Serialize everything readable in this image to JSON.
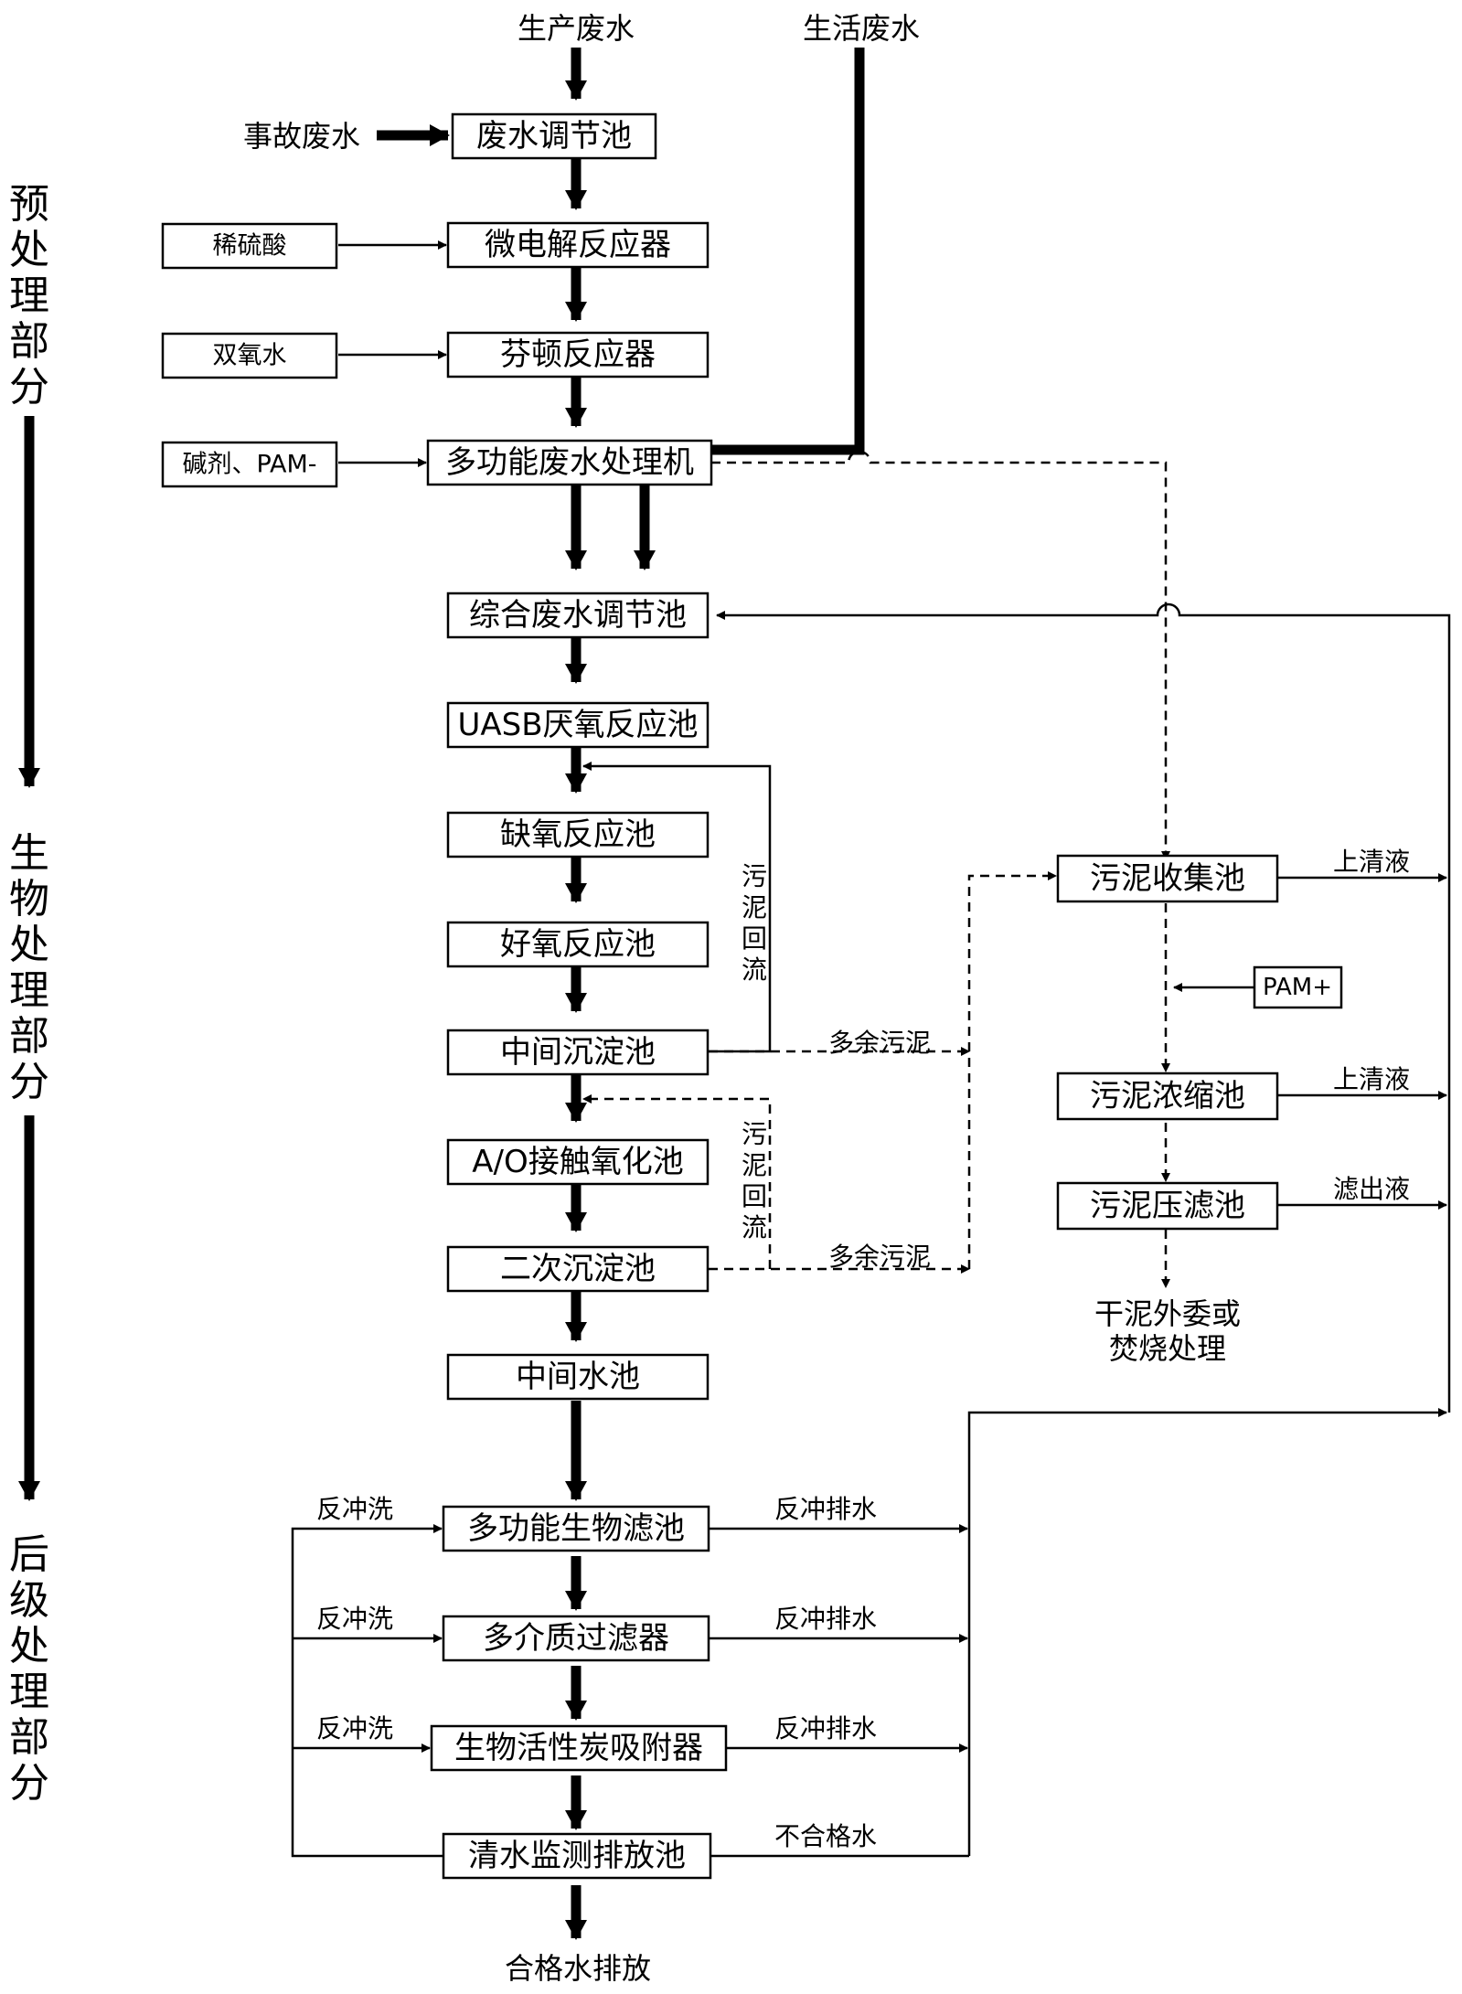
{
  "inputs": {
    "production_wastewater": "生产废水",
    "domestic_wastewater": "生活废水",
    "accident_wastewater": "事故废水"
  },
  "reagents": {
    "dilute_sulfuric_acid": "稀硫酸",
    "hydrogen_peroxide": "双氧水",
    "alkali_pam": "碱剂、PAM-",
    "pam_plus": "PAM+"
  },
  "main_units": {
    "wastewater_regulating_tank": "废水调节池",
    "micro_electrolysis_reactor": "微电解反应器",
    "fenton_reactor": "芬顿反应器",
    "multifunction_treatment_machine": "多功能废水处理机",
    "integrated_regulating_tank": "综合废水调节池",
    "uasb_tank": "UASB厌氧反应池",
    "anoxic_tank": "缺氧反应池",
    "aerobic_tank": "好氧反应池",
    "intermediate_sedimentation_tank": "中间沉淀池",
    "ao_contact_oxidation_tank": "A/O接触氧化池",
    "secondary_sedimentation_tank": "二次沉淀池",
    "intermediate_water_tank": "中间水池",
    "multifunction_biofilter": "多功能生物滤池",
    "multimedia_filter": "多介质过滤器",
    "bio_activated_carbon_adsorber": "生物活性炭吸附器",
    "clean_water_monitoring_tank": "清水监测排放池"
  },
  "sludge_units": {
    "sludge_collection_tank": "污泥收集池",
    "sludge_thickening_tank": "污泥浓缩池",
    "sludge_filter_press": "污泥压滤池"
  },
  "flow_labels": {
    "sludge_return": "污泥回流",
    "excess_sludge": "多余污泥",
    "supernatant": "上清液",
    "filtrate": "滤出液",
    "backwash": "反冲洗",
    "backwash_drain": "反冲排水",
    "unqualified_water": "不合格水",
    "qualified_discharge": "合格水排放",
    "dry_sludge_line1": "干泥外委或",
    "dry_sludge_line2": "焚烧处理"
  },
  "sections": {
    "pretreatment": "预处理部分",
    "biological": "生物处理部分",
    "post_treatment": "后级处理部分"
  }
}
